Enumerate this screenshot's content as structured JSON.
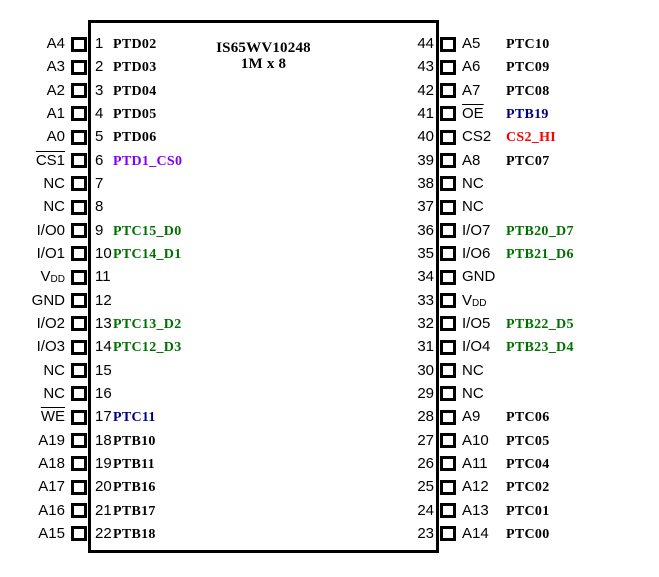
{
  "title": {
    "line1": "IS65WV10248",
    "line2": "1M x 8"
  },
  "colors": {
    "default": "#000000",
    "purple": "#7F00FF",
    "green": "#007000",
    "blue": "#000080",
    "red": "#FF0000"
  },
  "left_pins": [
    {
      "num": "1",
      "name": "A4",
      "label": "PTD02"
    },
    {
      "num": "2",
      "name": "A3",
      "label": "PTD03"
    },
    {
      "num": "3",
      "name": "A2",
      "label": "PTD04"
    },
    {
      "num": "4",
      "name": "A1",
      "label": "PTD05"
    },
    {
      "num": "5",
      "name": "A0",
      "label": "PTD06"
    },
    {
      "num": "6",
      "name": "CS1",
      "overline": true,
      "label": "PTD1_CS0",
      "label_color": "purple"
    },
    {
      "num": "7",
      "name": "NC",
      "label": ""
    },
    {
      "num": "8",
      "name": "NC",
      "label": ""
    },
    {
      "num": "9",
      "name": "I/O0",
      "label": "PTC15_D0",
      "label_color": "green"
    },
    {
      "num": "10",
      "name": "I/O1",
      "label": "PTC14_D1",
      "label_color": "green"
    },
    {
      "num": "11",
      "name": "V",
      "sub": "DD",
      "label": ""
    },
    {
      "num": "12",
      "name": "GND",
      "label": ""
    },
    {
      "num": "13",
      "name": "I/O2",
      "label": "PTC13_D2",
      "label_color": "green"
    },
    {
      "num": "14",
      "name": "I/O3",
      "label": "PTC12_D3",
      "label_color": "green"
    },
    {
      "num": "15",
      "name": "NC",
      "label": ""
    },
    {
      "num": "16",
      "name": "NC",
      "label": ""
    },
    {
      "num": "17",
      "name": "WE",
      "overline": true,
      "label": "PTC11",
      "label_color": "blue"
    },
    {
      "num": "18",
      "name": "A19",
      "label": "PTB10"
    },
    {
      "num": "19",
      "name": "A18",
      "label": "PTB11"
    },
    {
      "num": "20",
      "name": "A17",
      "label": "PTB16"
    },
    {
      "num": "21",
      "name": "A16",
      "label": "PTB17"
    },
    {
      "num": "22",
      "name": "A15",
      "label": "PTB18"
    }
  ],
  "right_pins": [
    {
      "num": "44",
      "name": "A5",
      "label": "PTC10"
    },
    {
      "num": "43",
      "name": "A6",
      "label": "PTC09"
    },
    {
      "num": "42",
      "name": "A7",
      "label": "PTC08"
    },
    {
      "num": "41",
      "name": "OE",
      "overline": true,
      "label": "PTB19",
      "label_color": "blue"
    },
    {
      "num": "40",
      "name": "CS2",
      "label": "CS2_HI",
      "label_color": "red"
    },
    {
      "num": "39",
      "name": "A8",
      "label": "PTC07"
    },
    {
      "num": "38",
      "name": "NC",
      "label": ""
    },
    {
      "num": "37",
      "name": "NC",
      "label": ""
    },
    {
      "num": "36",
      "name": "I/O7",
      "label": "PTB20_D7",
      "label_color": "green"
    },
    {
      "num": "35",
      "name": "I/O6",
      "label": "PTB21_D6",
      "label_color": "green"
    },
    {
      "num": "34",
      "name": "GND",
      "label": ""
    },
    {
      "num": "33",
      "name": "V",
      "sub": "DD",
      "label": ""
    },
    {
      "num": "32",
      "name": "I/O5",
      "label": "PTB22_D5",
      "label_color": "green"
    },
    {
      "num": "31",
      "name": "I/O4",
      "label": "PTB23_D4",
      "label_color": "green"
    },
    {
      "num": "30",
      "name": "NC",
      "label": ""
    },
    {
      "num": "29",
      "name": "NC",
      "label": ""
    },
    {
      "num": "28",
      "name": "A9",
      "label": "PTC06"
    },
    {
      "num": "27",
      "name": "A10",
      "label": "PTC05"
    },
    {
      "num": "26",
      "name": "A11",
      "label": "PTC04"
    },
    {
      "num": "25",
      "name": "A12",
      "label": "PTC02"
    },
    {
      "num": "24",
      "name": "A13",
      "label": "PTC01"
    },
    {
      "num": "23",
      "name": "A14",
      "label": "PTC00"
    }
  ]
}
